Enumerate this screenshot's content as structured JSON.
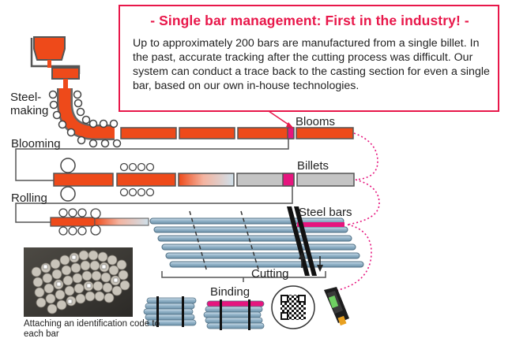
{
  "callout": {
    "title": "- Single bar management: First in the industry! -",
    "body": "Up to approximately 200 bars are manufactured from a single billet. In the past, accurate tracking after the cutting process was difficult. Our system can conduct a trace back to the casting section for even a single bar, based on our own in-house technologies."
  },
  "labels": {
    "steelmaking_line1": "Steel-",
    "steelmaking_line2": "making",
    "blooms": "Blooms",
    "blooming": "Blooming",
    "billets": "Billets",
    "rolling": "Rolling",
    "steel_bars": "Steel bars",
    "cutting": "Cutting",
    "binding": "Binding"
  },
  "photo_caption": "Attaching an identification code to each bar",
  "colors": {
    "accent": "#e8174a",
    "hot_steel": "#ee4a1a",
    "magenta_mark": "#e6157e",
    "bar_blue": "#9fb9cc",
    "billet_gray": "#c4c4c4"
  }
}
